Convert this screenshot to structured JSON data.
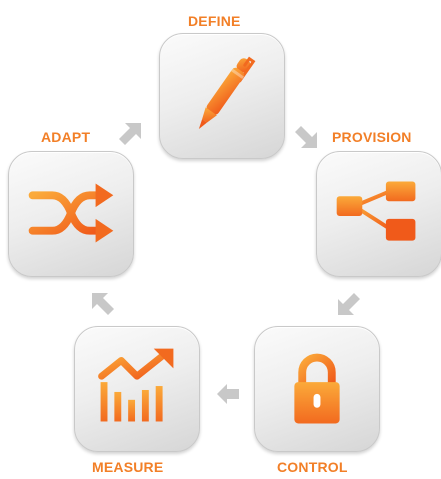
{
  "diagram": {
    "steps": [
      {
        "id": "define",
        "label": "DEFINE",
        "icon": "pen-icon"
      },
      {
        "id": "provision",
        "label": "PROVISION",
        "icon": "hierarchy-icon"
      },
      {
        "id": "control",
        "label": "CONTROL",
        "icon": "padlock-icon"
      },
      {
        "id": "measure",
        "label": "MEASURE",
        "icon": "growth-chart-icon"
      },
      {
        "id": "adapt",
        "label": "ADAPT",
        "icon": "shuffle-icon"
      }
    ],
    "colors": {
      "accent_light": "#fbaa3a",
      "accent_dark": "#f26a1f",
      "label": "#f27f27",
      "arrow": "#c8c8c8",
      "tile_light": "#fbfbfb",
      "tile_dark": "#d6d6d6"
    }
  }
}
